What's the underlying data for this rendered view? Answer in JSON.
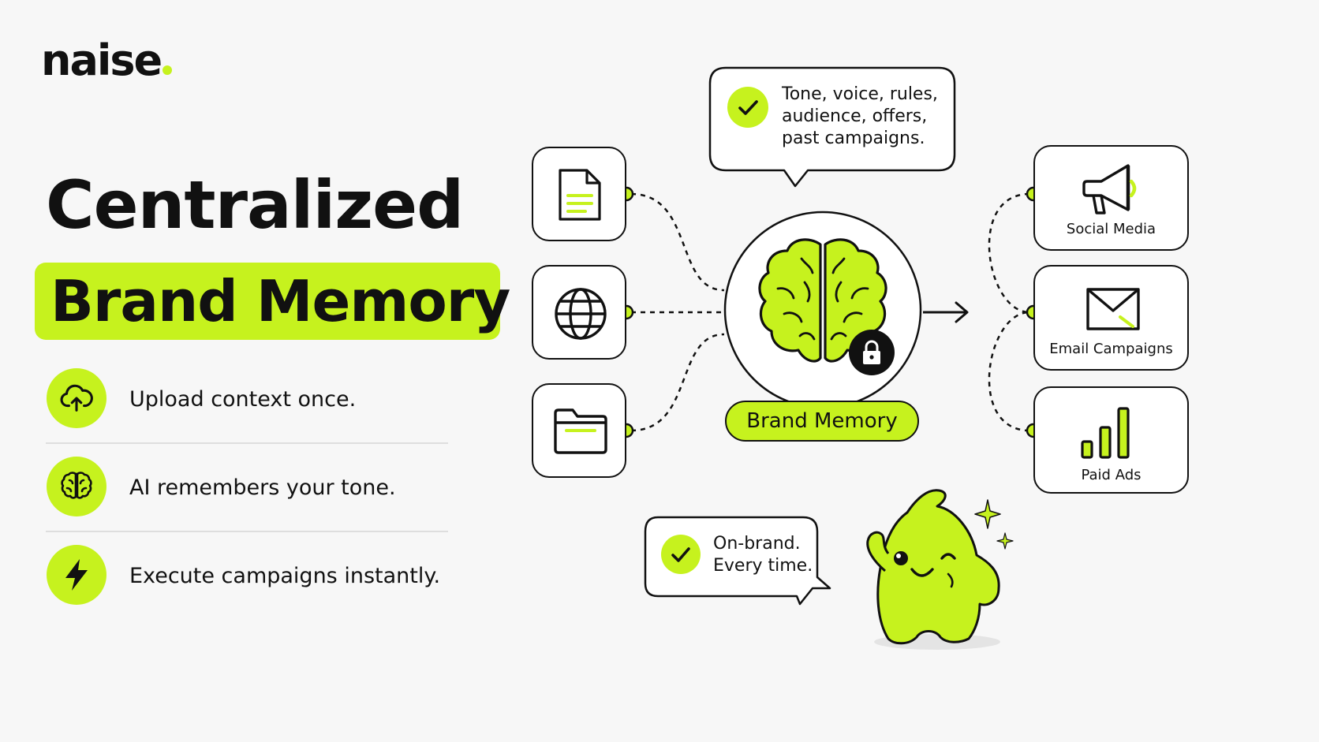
{
  "brand": {
    "logo_text": "naise"
  },
  "headline": {
    "line1": "Centralized",
    "line2": "Brand Memory"
  },
  "features": [
    {
      "icon": "cloud-upload-icon",
      "text": "Upload context once."
    },
    {
      "icon": "brain-icon",
      "text": "AI remembers your tone."
    },
    {
      "icon": "lightning-icon",
      "text": "Execute campaigns instantly."
    }
  ],
  "diagram": {
    "inputs": [
      {
        "icon": "document-icon"
      },
      {
        "icon": "globe-icon"
      },
      {
        "icon": "folder-icon"
      }
    ],
    "top_bubble": {
      "line1": "Tone, voice, rules,",
      "line2": "audience, offers,",
      "line3": "past campaigns."
    },
    "center": {
      "label": "Brand Memory",
      "icon": "brain-icon",
      "badge_icon": "lock-icon"
    },
    "outputs": [
      {
        "icon": "megaphone-icon",
        "label": "Social Media"
      },
      {
        "icon": "envelope-icon",
        "label": "Email Campaigns"
      },
      {
        "icon": "bar-chart-icon",
        "label": "Paid Ads"
      }
    ],
    "bottom_bubble": {
      "line1": "On-brand.",
      "line2": "Every time."
    }
  },
  "colors": {
    "accent": "#c6f21e",
    "ink": "#111111",
    "background": "#f7f7f7"
  }
}
